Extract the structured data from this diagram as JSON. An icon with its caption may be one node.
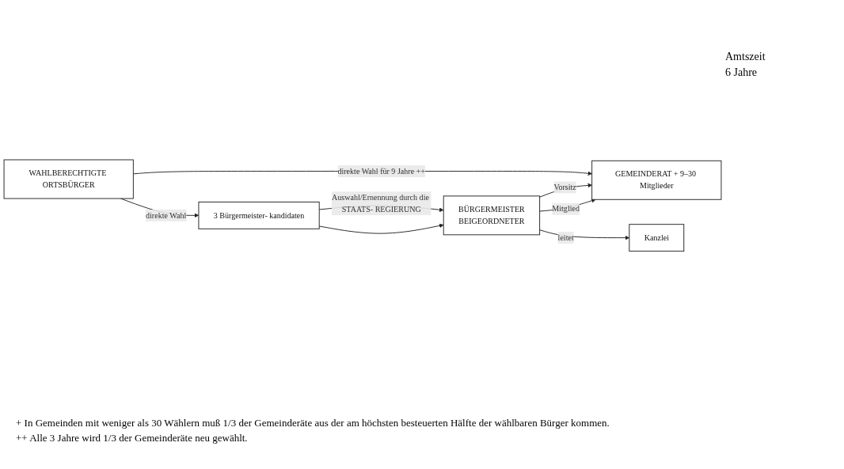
{
  "diagram": {
    "nodes": [
      {
        "text": [
          "GEMEINDERAT + 9–30 Mitglieder"
        ]
      },
      {
        "text": [
          "BÜRGERMEISTER",
          "BEIGEORDNETER"
        ]
      },
      {
        "text": [
          "Kanzlei"
        ]
      },
      {
        "text": [
          "3 Bürgermeister- kandidaten"
        ]
      },
      {
        "text": [
          "WAHLBERECHTIGTE ORTSBÜRGER"
        ]
      }
    ],
    "edges": [
      {
        "from": 1,
        "to": 0,
        "arrow": "to",
        "label": "Vorsitz"
      },
      {
        "from": 1,
        "to": 0,
        "arrow": "to",
        "label": "Mitglied"
      },
      {
        "from": 1,
        "to": 2,
        "arrow": "to",
        "label": "leitet"
      },
      {
        "from": 3,
        "to": 1,
        "arrow": "to",
        "label": "Auswahl/Ernennung durch die STAATS- REGIERUNG"
      },
      {
        "from": 3,
        "to": 1,
        "arrow": "to"
      },
      {
        "from": 4,
        "to": 0,
        "arrow": "to",
        "label": "direkte Wahl für 9 Jahre ++"
      },
      {
        "from": 4,
        "to": 3,
        "arrow": "to",
        "label": "direkte Wahl"
      }
    ],
    "labels": [
      "Amtszeit",
      "6 Jahre",
      "+ In Gemeinden mit weniger als 30 Wählern muß 1/3 der Gemeinderäte aus der am höchsten besteuerten Hälfte der wählbaren Bürger kommen.",
      "++ Alle 3 Jahre wird 1/3 der Gemeinderäte neu gewählt."
    ]
  }
}
